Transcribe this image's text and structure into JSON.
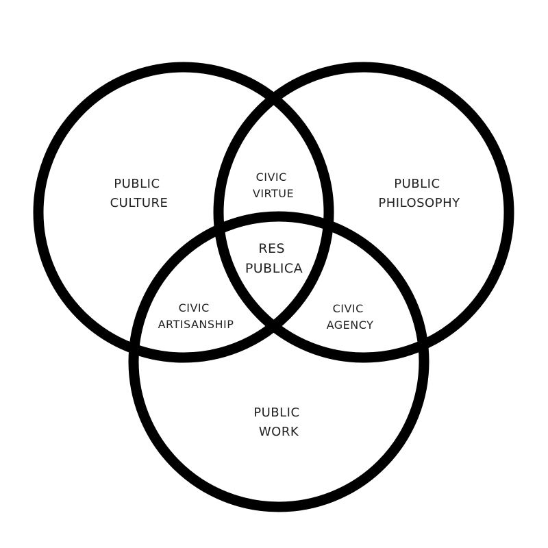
{
  "diagram": {
    "colors": {
      "stroke": "#000000",
      "text": "#222222",
      "background": "#ffffff"
    },
    "circles": [
      {
        "id": "public-culture",
        "lines": [
          "PUBLIC",
          "CULTURE"
        ]
      },
      {
        "id": "public-philosophy",
        "lines": [
          "PUBLIC",
          "PHILOSOPHY"
        ]
      },
      {
        "id": "public-work",
        "lines": [
          "PUBLIC",
          "WORK"
        ]
      }
    ],
    "intersections": [
      {
        "id": "civic-virtue",
        "lines": [
          "CIVIC",
          "VIRTUE"
        ]
      },
      {
        "id": "civic-artisanship",
        "lines": [
          "CIVIC",
          "ARTISANSHIP"
        ]
      },
      {
        "id": "civic-agency",
        "lines": [
          "CIVIC",
          "AGENCY"
        ]
      },
      {
        "id": "res-publica",
        "lines": [
          "RES",
          "PUBLICA"
        ]
      }
    ]
  }
}
